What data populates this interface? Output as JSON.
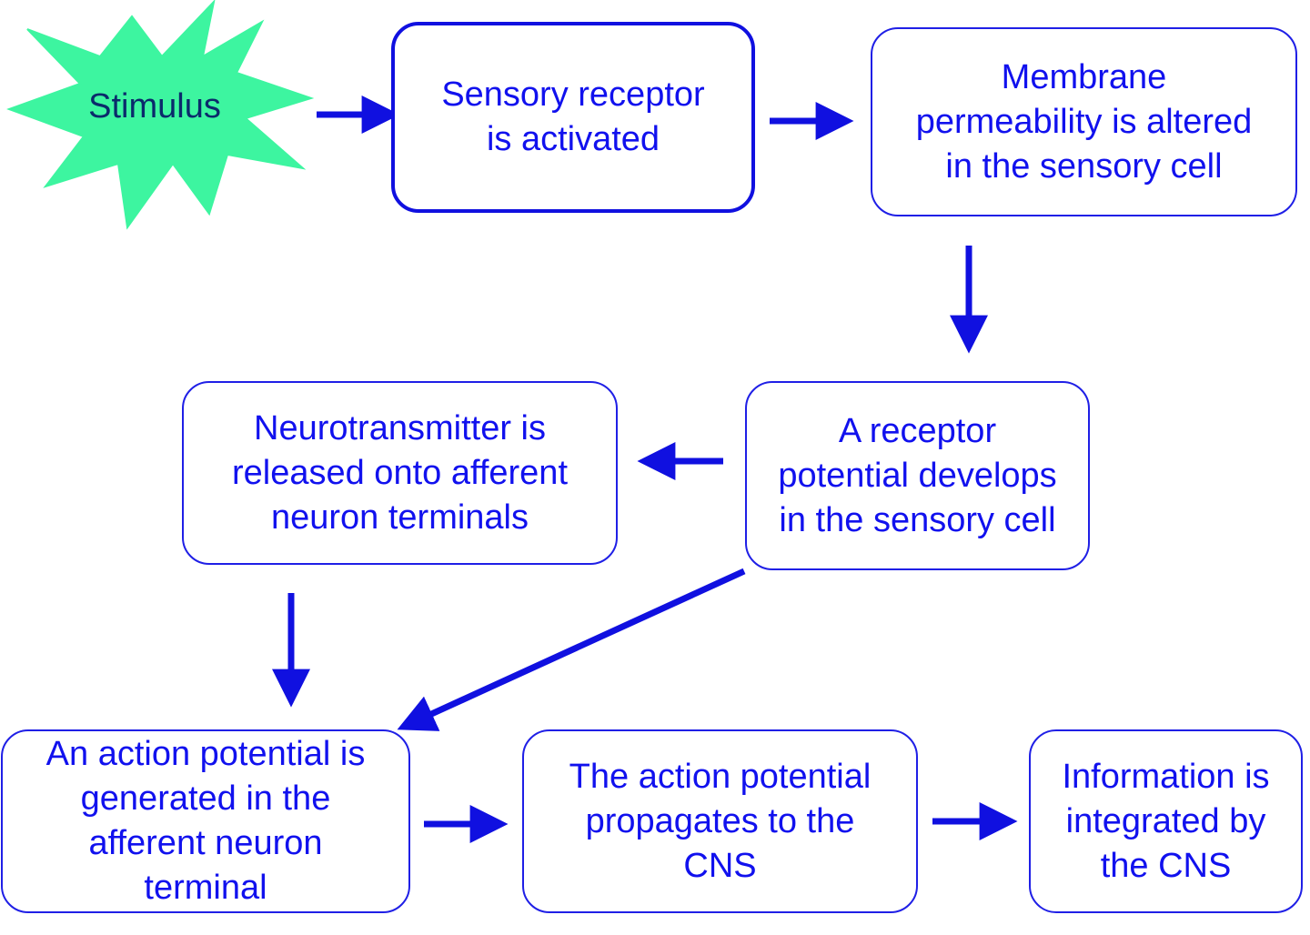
{
  "colors": {
    "box_text": "#1111ee",
    "box_border": "#1f1fe6",
    "arrow": "#1010e0",
    "star_fill": "#3df5a0",
    "star_text": "#0b2a6b"
  },
  "stimulus": {
    "label": "Stimulus"
  },
  "steps": {
    "receptor_activated": "Sensory receptor\nis activated",
    "membrane_permeability": "Membrane\npermeability is altered\nin the sensory cell",
    "receptor_potential": "A receptor\npotential develops\nin the sensory cell",
    "neurotransmitter_released": "Neurotransmitter is\nreleased onto afferent\nneuron terminals",
    "action_potential_generated": "An action potential is\ngenerated in the\nafferent neuron\nterminal",
    "action_potential_propagates": "The action potential\npropagates to the\nCNS",
    "information_integrated": "Information is\nintegrated by\nthe CNS"
  }
}
